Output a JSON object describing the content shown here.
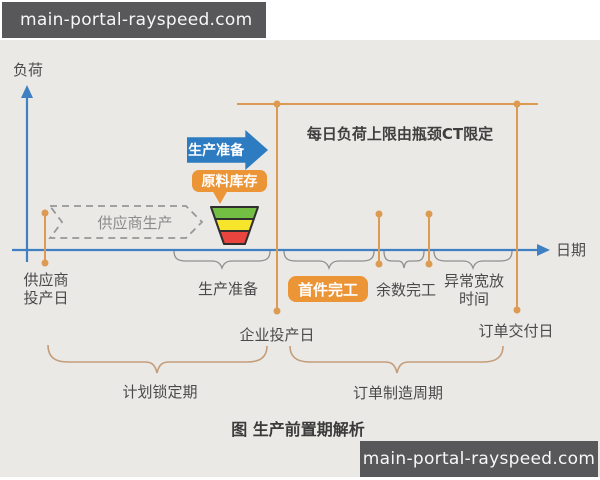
{
  "watermark_top": "main-portal-rayspeed.com",
  "watermark_bottom": "main-portal-rayspeed.com",
  "diagram": {
    "y_axis_label": "负荷",
    "x_axis_label": "日期",
    "ceiling_note": "每日负荷上限由瓶颈CT限定",
    "prep_arrow_label": "生产准备",
    "material_box_label": "原料库存",
    "supplier_arrow_label": "供应商生产",
    "milestones": {
      "supplier_start_line1": "供应商",
      "supplier_start_line2": "投产日",
      "enterprise_start": "企业投产日",
      "order_delivery": "订单交付日"
    },
    "segments": {
      "production_prep": "生产准备",
      "first_piece_done": "首件完工",
      "remainder_done": "余数完工",
      "abnormal_allowance_line1": "异常宽放",
      "abnormal_allowance_line2": "时间"
    },
    "periods": {
      "plan_locked": "计划锁定期",
      "order_manufacturing": "订单制造周期"
    },
    "caption": "图 生产前置期解析"
  },
  "colors": {
    "background": "#ebe9e6",
    "watermark_bg": "#58585a",
    "axis_blue": "#3e80c2",
    "block_arrow_blue": "#2d7cc1",
    "accent_orange": "#dc9a52",
    "badge_orange": "#ec9537",
    "funnel_green": "#72bf44",
    "funnel_yellow": "#f7e52c",
    "funnel_red": "#e9453e",
    "funnel_outline": "#2f2f2f",
    "brace_gray": "#8f8f8f",
    "brace_tan": "#c39d7a",
    "text_dark": "#4a4a4a"
  }
}
